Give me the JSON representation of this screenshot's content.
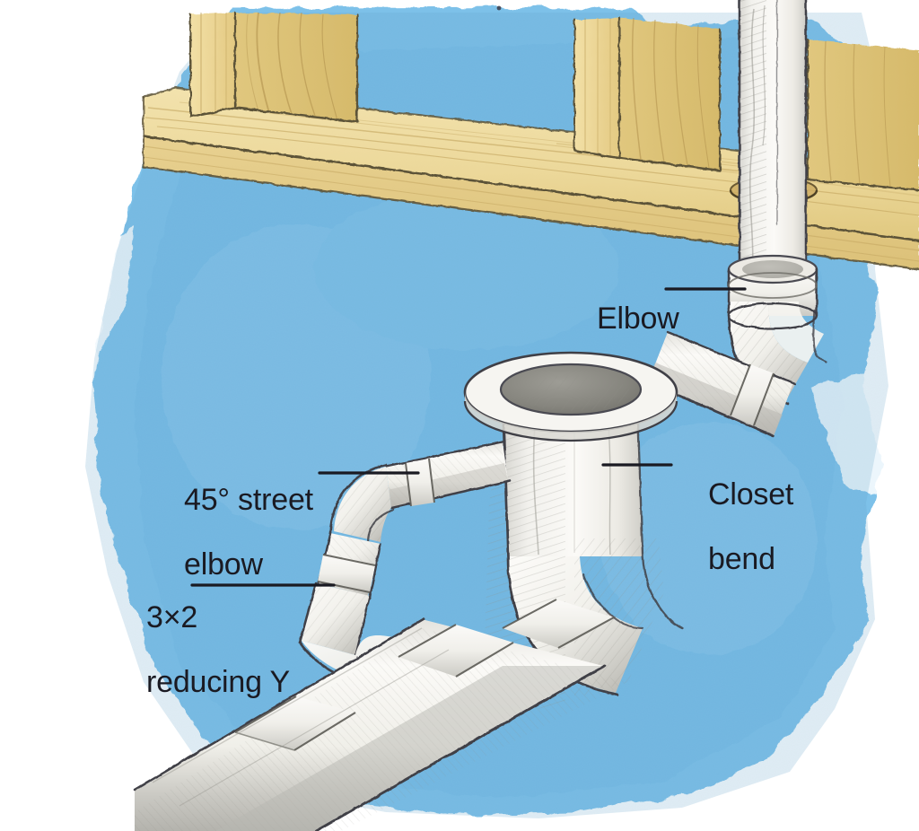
{
  "illustration": {
    "subject": "toilet drain rough-in under floor framing",
    "background_color": "#79bfe8",
    "canvas_color": "#ffffff",
    "wood_color": "#edd596",
    "pipe_color": "#f5f4f0",
    "ink_color": "#1a1a22"
  },
  "labels": [
    {
      "id": "elbow",
      "text": "Elbow",
      "text2": "",
      "leader": "elbow-leader-line"
    },
    {
      "id": "closet",
      "text": "Closet",
      "text2": "bend",
      "leader": "closet-leader-line"
    },
    {
      "id": "street",
      "text": "45° street",
      "text2": "elbow",
      "leader": "street-elbow-leader-line"
    },
    {
      "id": "reducer",
      "text": "3×2",
      "text2": "reducing Y",
      "leader": "reducing-y-leader-line"
    }
  ],
  "parts": [
    {
      "name": "vent-stack-pipe",
      "label": "vertical pipe through plate"
    },
    {
      "name": "elbow-fitting",
      "label": "Elbow"
    },
    {
      "name": "closet-bend",
      "label": "Closet bend"
    },
    {
      "name": "closet-flange",
      "label": "closet flange rim"
    },
    {
      "name": "street-elbow-45",
      "label": "45° street elbow"
    },
    {
      "name": "reducing-y-3x2",
      "label": "3×2 reducing Y"
    },
    {
      "name": "main-drain-run",
      "label": "main drain line"
    },
    {
      "name": "floor-plate",
      "label": "sill plate"
    },
    {
      "name": "wall-stud-left",
      "label": "stud"
    },
    {
      "name": "wall-stud-mid",
      "label": "stud"
    },
    {
      "name": "wall-stud-right",
      "label": "stud"
    }
  ]
}
